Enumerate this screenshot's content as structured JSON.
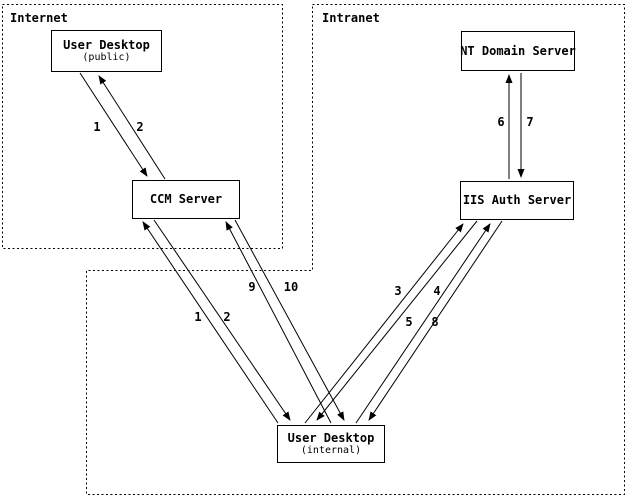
{
  "regions": {
    "internet": {
      "label": "Internet"
    },
    "intranet": {
      "label": "Intranet"
    }
  },
  "nodes": {
    "user_desktop_public": {
      "title": "User Desktop",
      "subtitle": "(public)"
    },
    "ccm_server": {
      "title": "CCM Server"
    },
    "nt_domain_server": {
      "title": "NT Domain Server"
    },
    "iis_auth_server": {
      "title": "IIS Auth Server"
    },
    "user_desktop_internal": {
      "title": "User Desktop",
      "subtitle": "(internal)"
    }
  },
  "edges": [
    {
      "id": "public-desktop-to-ccm",
      "label": "1",
      "from": "user_desktop_public",
      "to": "ccm_server"
    },
    {
      "id": "ccm-to-public-desktop",
      "label": "2",
      "from": "ccm_server",
      "to": "user_desktop_public"
    },
    {
      "id": "internal-desktop-to-ccm",
      "label": "1",
      "from": "user_desktop_internal",
      "to": "ccm_server"
    },
    {
      "id": "ccm-to-internal-desktop",
      "label": "2",
      "from": "ccm_server",
      "to": "user_desktop_internal"
    },
    {
      "id": "internal-desktop-to-iis",
      "label": "3",
      "from": "user_desktop_internal",
      "to": "iis_auth_server"
    },
    {
      "id": "iis-to-internal-desktop",
      "label": "4",
      "from": "iis_auth_server",
      "to": "user_desktop_internal"
    },
    {
      "id": "internal-desktop-to-iis-2",
      "label": "5",
      "from": "user_desktop_internal",
      "to": "iis_auth_server"
    },
    {
      "id": "iis-to-nt-domain",
      "label": "6",
      "from": "iis_auth_server",
      "to": "nt_domain_server"
    },
    {
      "id": "nt-domain-to-iis",
      "label": "7",
      "from": "nt_domain_server",
      "to": "iis_auth_server"
    },
    {
      "id": "iis-to-internal-desktop-2",
      "label": "8",
      "from": "iis_auth_server",
      "to": "user_desktop_internal"
    },
    {
      "id": "internal-desktop-to-ccm-2",
      "label": "9",
      "from": "user_desktop_internal",
      "to": "ccm_server"
    },
    {
      "id": "ccm-to-internal-desktop-2",
      "label": "10",
      "from": "ccm_server",
      "to": "user_desktop_internal"
    }
  ],
  "colors": {
    "line": "#000000",
    "background": "#ffffff"
  }
}
